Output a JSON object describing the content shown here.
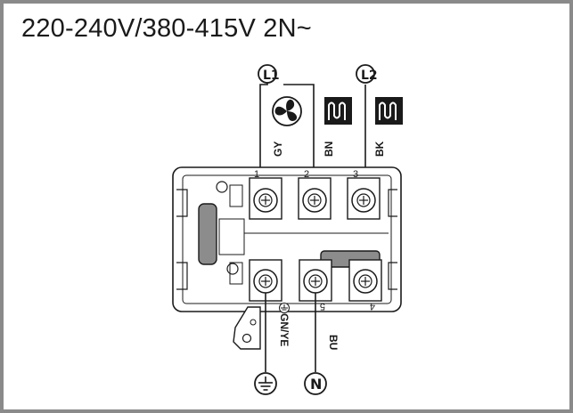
{
  "title": "220-240V/380-415V 2N~",
  "terminals": {
    "l1": "L1",
    "l2": "L2",
    "n": "N"
  },
  "wires": {
    "gy": "GY",
    "bn": "BN",
    "bk": "BK",
    "gnye": "GN/YE",
    "bu": "BU"
  },
  "positions": [
    "1",
    "2",
    "3",
    "4",
    "5"
  ],
  "icons": [
    "fan-icon",
    "heating-element-icon",
    "heating-element-icon",
    "earth-ground-icon",
    "earth-ground-icon"
  ]
}
